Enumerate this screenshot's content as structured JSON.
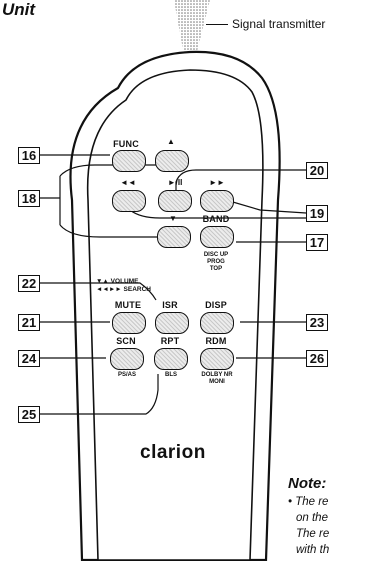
{
  "heading": "Unit",
  "signal_label": "Signal transmitter",
  "brand": "clarion",
  "note": {
    "title": "Note:",
    "lines": [
      "• The re",
      "on the",
      "The re",
      "with th"
    ]
  },
  "buttons": {
    "func": "FUNC",
    "play_pause_symbol": "►/II",
    "up_symbol": "▲",
    "down_symbol": "▼",
    "rew_symbol": "◄◄",
    "fwd_symbol": "►►",
    "band": "BAND",
    "band_sub": [
      "DISC UP",
      "PROG",
      "TOP"
    ],
    "volume_line1": "▼▲ VOLUME",
    "volume_line2": "◄◄►► SEARCH",
    "mute": "MUTE",
    "isr": "ISR",
    "disp": "DISP",
    "scn": "SCN",
    "scn_sub": "PS/AS",
    "rpt": "RPT",
    "rpt_sub": "BLS",
    "rdm": "RDM",
    "rdm_sub": [
      "DOLBY NR",
      "MONI"
    ]
  },
  "callouts": {
    "c16": "16",
    "c18": "18",
    "c20": "20",
    "c19": "19",
    "c17": "17",
    "c22": "22",
    "c21": "21",
    "c23": "23",
    "c24": "24",
    "c26": "26",
    "c25": "25"
  }
}
